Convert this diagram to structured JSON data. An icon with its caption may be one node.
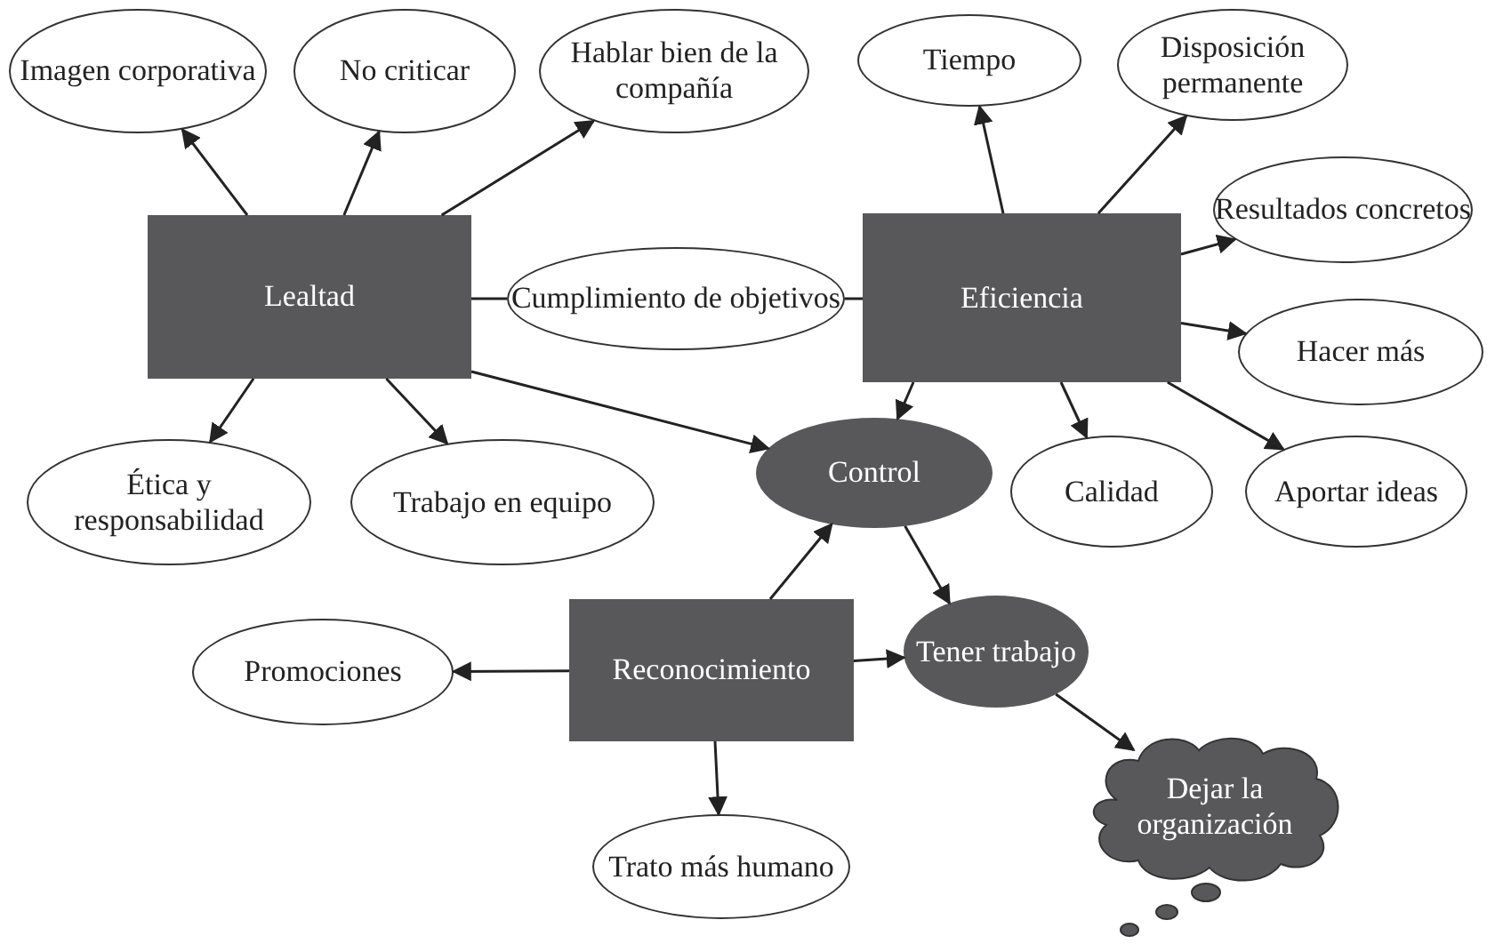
{
  "diagram": {
    "nodes": [
      {
        "text": [
          "Imagen corporativa"
        ]
      },
      {
        "text": [
          "No criticar"
        ]
      },
      {
        "text": [
          "Hablar bien de la compañía"
        ]
      },
      {
        "text": [
          "Tiempo"
        ]
      },
      {
        "text": [
          "Disposición permanente"
        ]
      },
      {
        "text": [
          "Resultados concretos"
        ]
      },
      {
        "text": [
          "Lealtad"
        ]
      },
      {
        "text": [
          "Cumplimiento de objetivos"
        ]
      },
      {
        "text": [
          "Eficiencia"
        ]
      },
      {
        "text": [
          "Hacer más"
        ]
      },
      {
        "text": [
          "Ética y responsabilidad"
        ]
      },
      {
        "text": [
          "Trabajo en equipo"
        ]
      },
      {
        "text": [
          "Control"
        ]
      },
      {
        "text": [
          "Calidad"
        ]
      },
      {
        "text": [
          "Aportar ideas"
        ]
      },
      {
        "text": [
          "Reconocimiento"
        ]
      },
      {
        "text": [
          "Promociones"
        ]
      },
      {
        "text": [
          "Tener trabajo"
        ]
      },
      {
        "text": [
          "Trato más humano"
        ]
      },
      {
        "text": [
          "Dejar la organización"
        ]
      }
    ],
    "edges": [
      {
        "from": 6,
        "to": 0,
        "arrow": "to"
      },
      {
        "from": 6,
        "to": 1,
        "arrow": "to"
      },
      {
        "from": 6,
        "to": 2,
        "arrow": "to"
      },
      {
        "from": 6,
        "to": 7,
        "arrow": "none"
      },
      {
        "from": 7,
        "to": 8,
        "arrow": "none"
      },
      {
        "from": 8,
        "to": 3,
        "arrow": "to"
      },
      {
        "from": 8,
        "to": 4,
        "arrow": "to"
      },
      {
        "from": 8,
        "to": 5,
        "arrow": "to"
      },
      {
        "from": 8,
        "to": 9,
        "arrow": "to"
      },
      {
        "from": 6,
        "to": 10,
        "arrow": "to"
      },
      {
        "from": 6,
        "to": 11,
        "arrow": "to"
      },
      {
        "from": 6,
        "to": 12,
        "arrow": "to"
      },
      {
        "from": 8,
        "to": 12,
        "arrow": "to"
      },
      {
        "from": 8,
        "to": 13,
        "arrow": "to"
      },
      {
        "from": 8,
        "to": 14,
        "arrow": "to"
      },
      {
        "from": 15,
        "to": 12,
        "arrow": "to"
      },
      {
        "from": 12,
        "to": 17,
        "arrow": "to"
      },
      {
        "from": 15,
        "to": 16,
        "arrow": "to"
      },
      {
        "from": 15,
        "to": 17,
        "arrow": "to"
      },
      {
        "from": 15,
        "to": 18,
        "arrow": "to"
      },
      {
        "from": 17,
        "to": 19,
        "arrow": "to"
      }
    ]
  }
}
